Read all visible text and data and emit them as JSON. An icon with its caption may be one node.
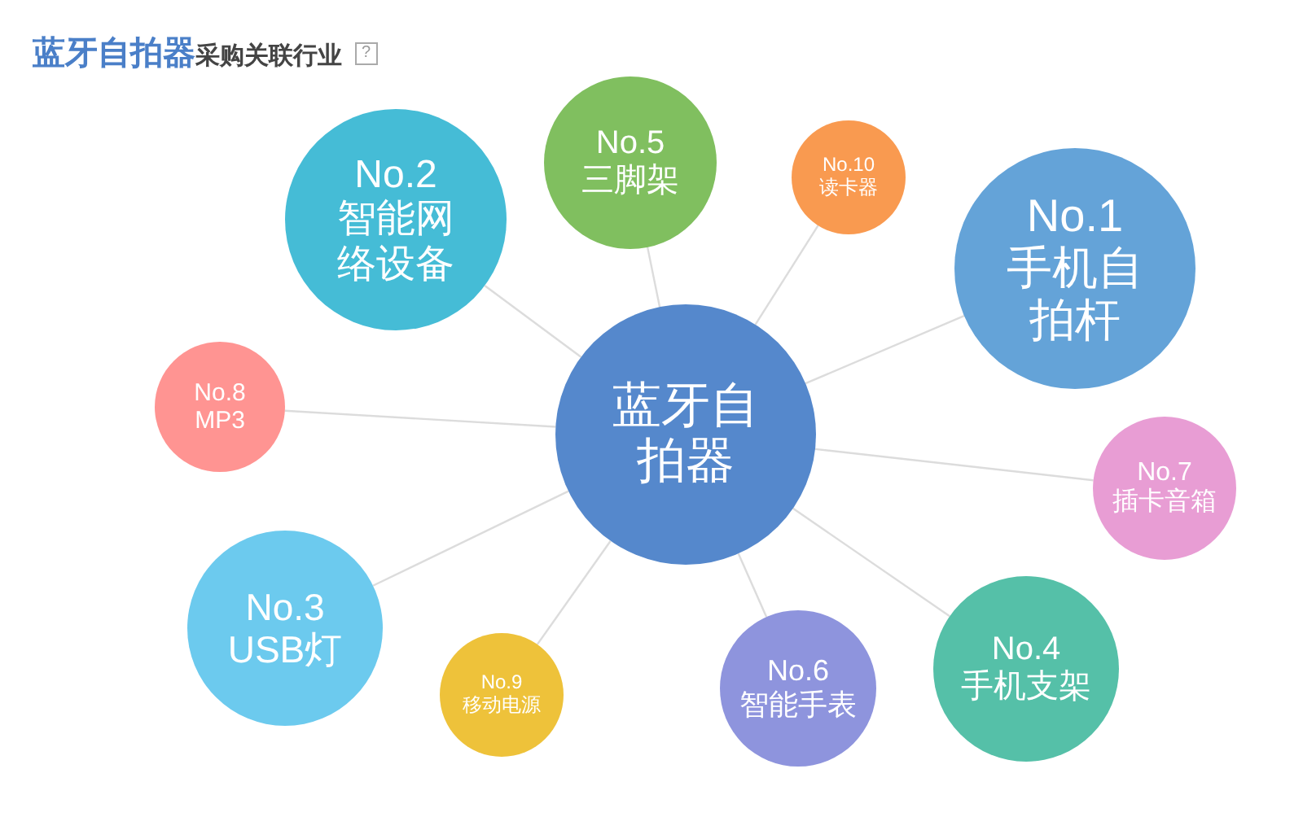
{
  "diagram": {
    "title": "**蓝牙自拍器**采购关联行业",
    "nodes": [
      {
        "text": [
          "蓝牙自拍器"
        ]
      },
      {
        "text": [
          "No.1",
          "手机自拍杆"
        ]
      },
      {
        "text": [
          "No.2",
          "智能网络设备"
        ]
      },
      {
        "text": [
          "No.3",
          "USB灯"
        ]
      },
      {
        "text": [
          "No.4",
          "手机支架"
        ]
      },
      {
        "text": [
          "No.5",
          "三脚架"
        ]
      },
      {
        "text": [
          "No.6",
          "智能手表"
        ]
      },
      {
        "text": [
          "No.7",
          "插卡音箱"
        ]
      },
      {
        "text": [
          "No.8",
          "MP3"
        ]
      },
      {
        "text": [
          "No.9",
          "移动电源"
        ]
      },
      {
        "text": [
          "No.10",
          "读卡器"
        ]
      }
    ],
    "edges": [
      {
        "from": 0,
        "to": 1,
        "arrow": "none"
      },
      {
        "from": 0,
        "to": 2,
        "arrow": "none"
      },
      {
        "from": 0,
        "to": 3,
        "arrow": "none"
      },
      {
        "from": 0,
        "to": 4,
        "arrow": "none"
      },
      {
        "from": 0,
        "to": 5,
        "arrow": "none"
      },
      {
        "from": 0,
        "to": 6,
        "arrow": "none"
      },
      {
        "from": 0,
        "to": 7,
        "arrow": "none"
      },
      {
        "from": 0,
        "to": 8,
        "arrow": "none"
      },
      {
        "from": 0,
        "to": 9,
        "arrow": "none"
      },
      {
        "from": 0,
        "to": 10,
        "arrow": "none"
      }
    ],
    "labels": [
      "?"
    ]
  }
}
